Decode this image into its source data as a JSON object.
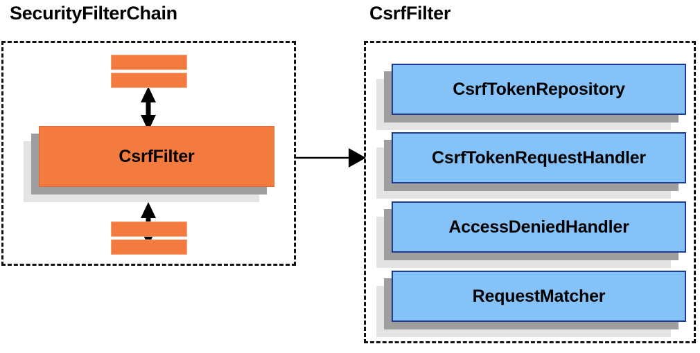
{
  "diagram": {
    "title_left": "SecurityFilterChain",
    "title_right": "CsrfFilter",
    "main_filter_label": "CsrfFilter",
    "colors": {
      "filter_orange": "#f47b40",
      "component_blue": "#85c2f8",
      "component_border": "#1f3a93",
      "shadow_near": "#9e9e9e",
      "shadow_far": "#e4e4e4",
      "outline": "#111111",
      "text": "#000000"
    },
    "left_panel": {
      "title": "SecurityFilterChain",
      "upper_strips": [
        "",
        ""
      ],
      "lower_strips": [
        "",
        ""
      ],
      "highlighted_filter": "CsrfFilter",
      "arrows": [
        {
          "name": "upper-bidirectional-arrow",
          "direction": "both"
        },
        {
          "name": "lower-bidirectional-arrow",
          "direction": "both"
        }
      ]
    },
    "right_panel": {
      "title": "CsrfFilter",
      "components": [
        {
          "label": "CsrfTokenRepository"
        },
        {
          "label": "CsrfTokenRequestHandler"
        },
        {
          "label": "AccessDeniedHandler"
        },
        {
          "label": "RequestMatcher"
        }
      ]
    },
    "connector": {
      "name": "securityfilterchain-to-csrffilter-arrow",
      "direction": "right"
    }
  }
}
